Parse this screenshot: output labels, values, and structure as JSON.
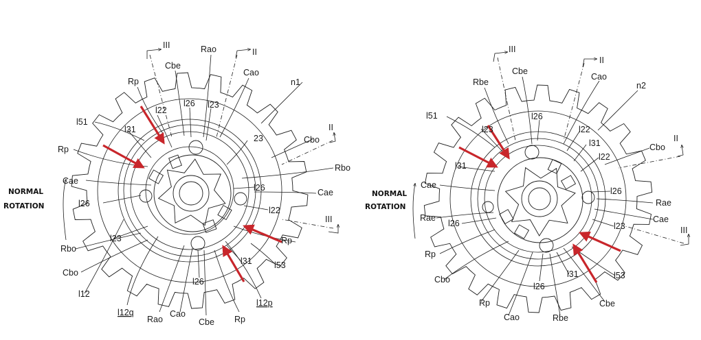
{
  "colors": {
    "ink": "#1a1a1a",
    "arrow": "#c8262b",
    "background": "#ffffff"
  },
  "left": {
    "caption_line1": "NORMAL",
    "caption_line2": "ROTATION",
    "section_III": "III",
    "section_II": "II",
    "labels": {
      "Rp_top": "Rp",
      "Cbe_top": "Cbe",
      "Rao_top": "Rao",
      "Cao_top": "Cao",
      "n1": "n1",
      "l22_top": "l22",
      "l26_top": "l26",
      "l23_top": "l23",
      "l51": "l51",
      "l31_left": "l31",
      "c23": "23",
      "Cbo_right": "Cbo",
      "Rp_left": "Rp",
      "Rbo_right": "Rbo",
      "Cae_left": "Cae",
      "l26_rmid": "l26",
      "Cae_right": "Cae",
      "l26_left": "l26",
      "l22_right": "l22",
      "Rp_right": "Rp",
      "l23_left": "l23",
      "Rbo_left": "Rbo",
      "l31_bottom": "l31",
      "l53": "l53",
      "Cbo_left": "Cbo",
      "l26_bottom": "l26",
      "l12": "l12",
      "l12q": "l12q",
      "Rao_bottom": "Rao",
      "Cao_bottom": "Cao",
      "Cbe_bottom": "Cbe",
      "Rp_bottom": "Rp",
      "l12p": "l12p"
    }
  },
  "right": {
    "caption_line1": "NORMAL",
    "caption_line2": "ROTATION",
    "section_III": "III",
    "section_II": "II",
    "labels": {
      "Cbe_top": "Cbe",
      "Rbe_top": "Rbe",
      "Cao_top": "Cao",
      "n2": "n2",
      "l51": "l51",
      "l26_top": "l26",
      "l23_top": "l23",
      "l22_top": "l22",
      "l31_rt": "l31",
      "Cbo_right": "Cbo",
      "l22_right": "l22",
      "l31_left": "l31",
      "Cae_left": "Cae",
      "l26_rmid": "l26",
      "Rae_right": "Rae",
      "Cae_right": "Cae",
      "Rae_left": "Rae",
      "l26_left": "l26",
      "l23_right": "l23",
      "Rp_left": "Rp",
      "Cbo_left": "Cbo",
      "l26_bottom": "l26",
      "l31_bottom": "l31",
      "l53": "l53",
      "Rp_bottom": "Rp",
      "Cao_bottom": "Cao",
      "Rbe_bottom": "Rbe",
      "Cbe_bottom": "Cbe"
    }
  }
}
